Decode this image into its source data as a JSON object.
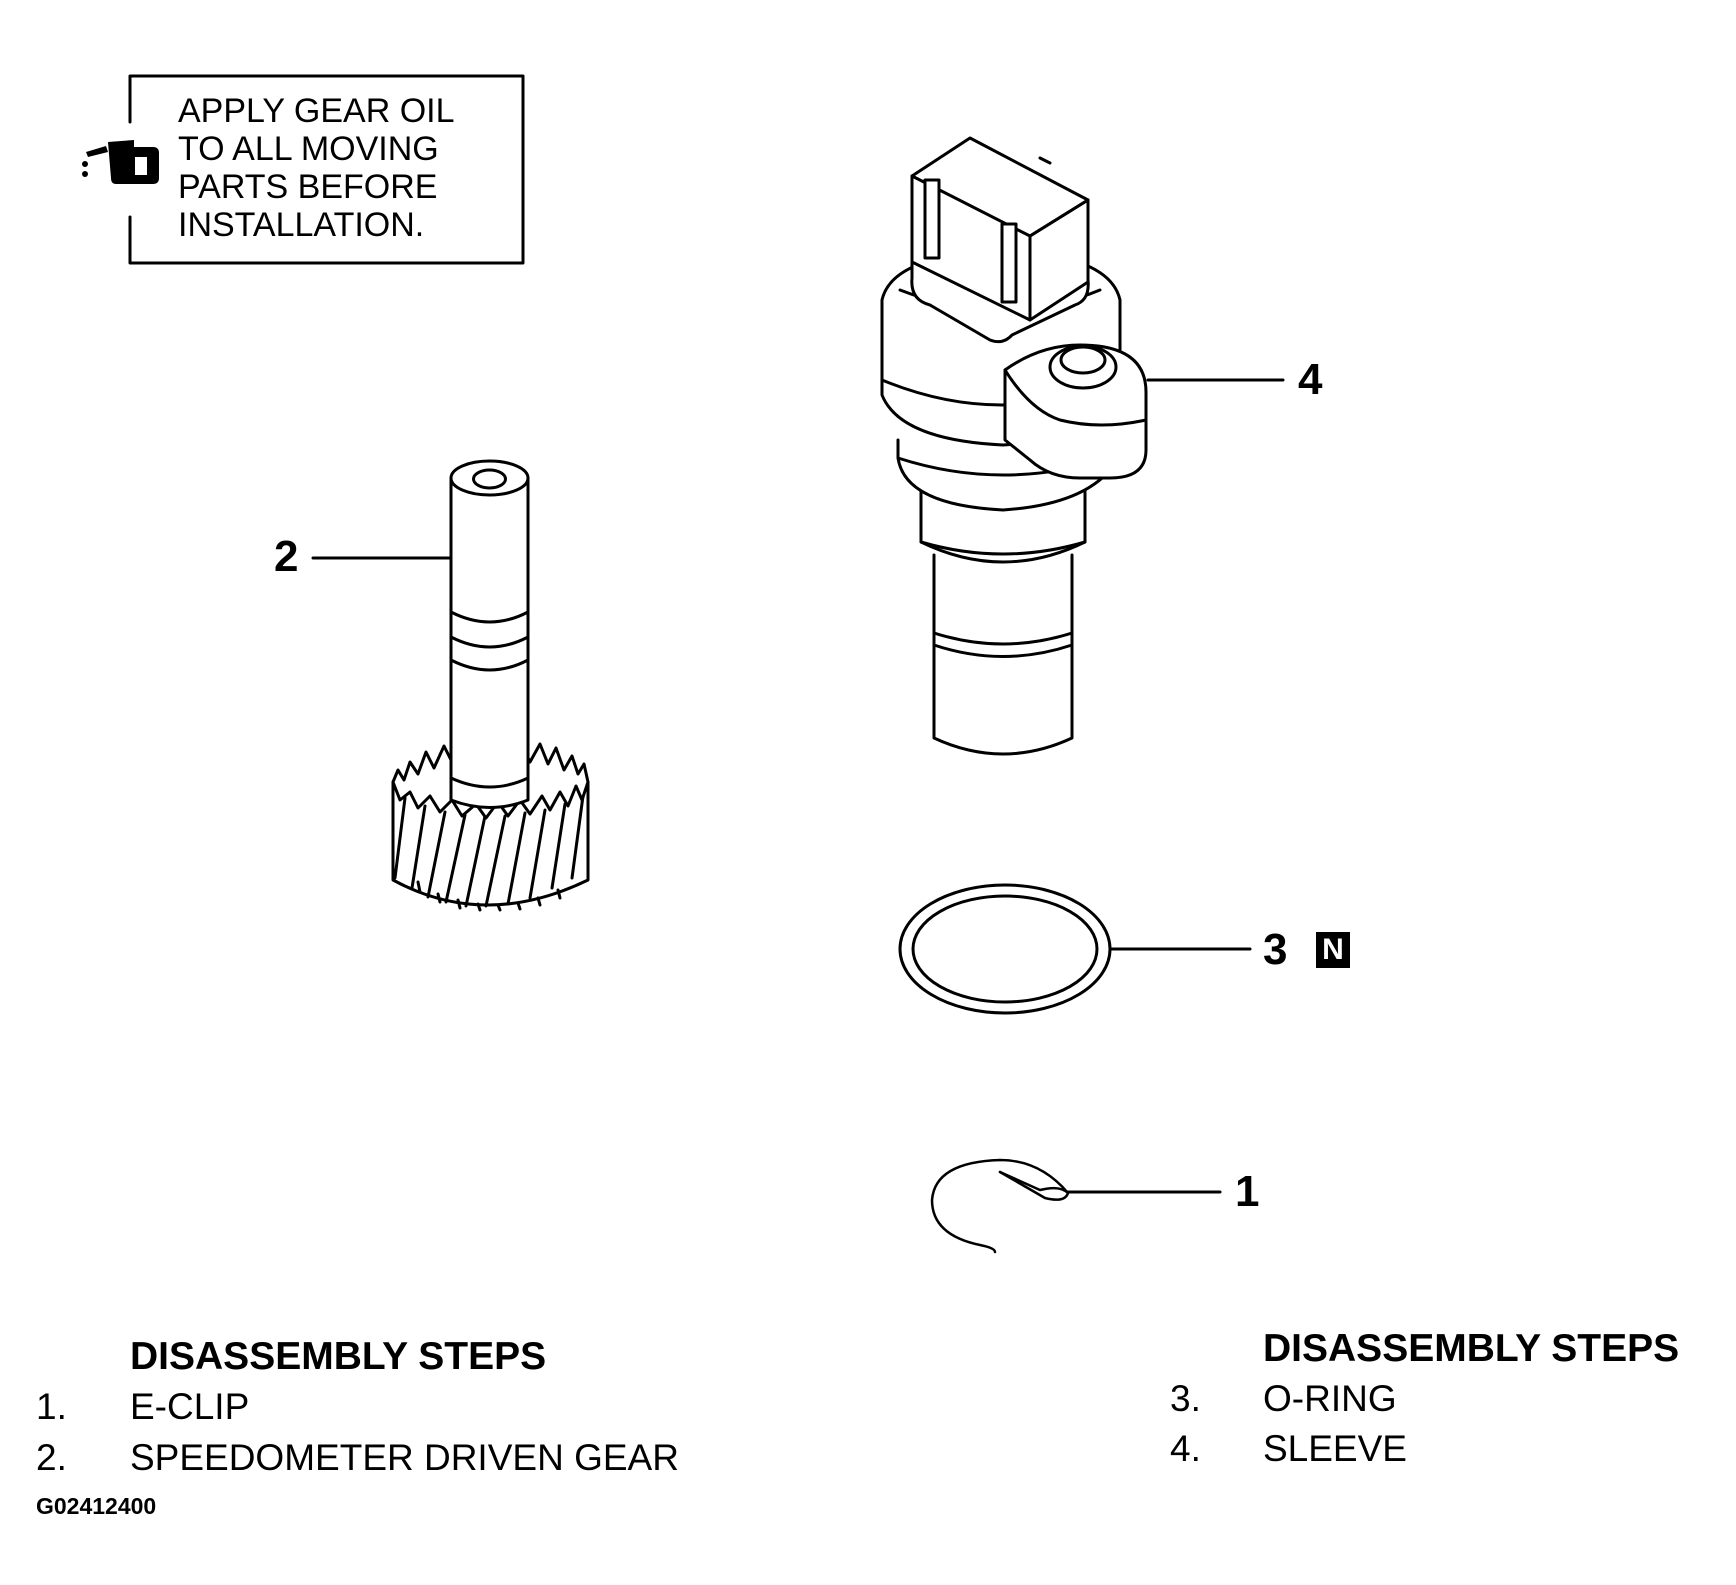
{
  "note": {
    "lines": [
      "APPLY GEAR OIL",
      "TO ALL MOVING",
      "PARTS BEFORE",
      "INSTALLATION."
    ],
    "icon": "oil-can-icon"
  },
  "callouts": {
    "c1": "1",
    "c2": "2",
    "c3": "3",
    "c3_badge": "N",
    "c4": "4"
  },
  "steps_left": {
    "heading": "DISASSEMBLY STEPS",
    "items": [
      {
        "num": "1.",
        "text": "E-CLIP"
      },
      {
        "num": "2.",
        "text": "SPEEDOMETER DRIVEN GEAR"
      }
    ]
  },
  "steps_right": {
    "heading": "DISASSEMBLY STEPS",
    "items": [
      {
        "num": "3.",
        "text": "O-RING"
      },
      {
        "num": "4.",
        "text": "SLEEVE"
      }
    ]
  },
  "figure_id": "G02412400"
}
